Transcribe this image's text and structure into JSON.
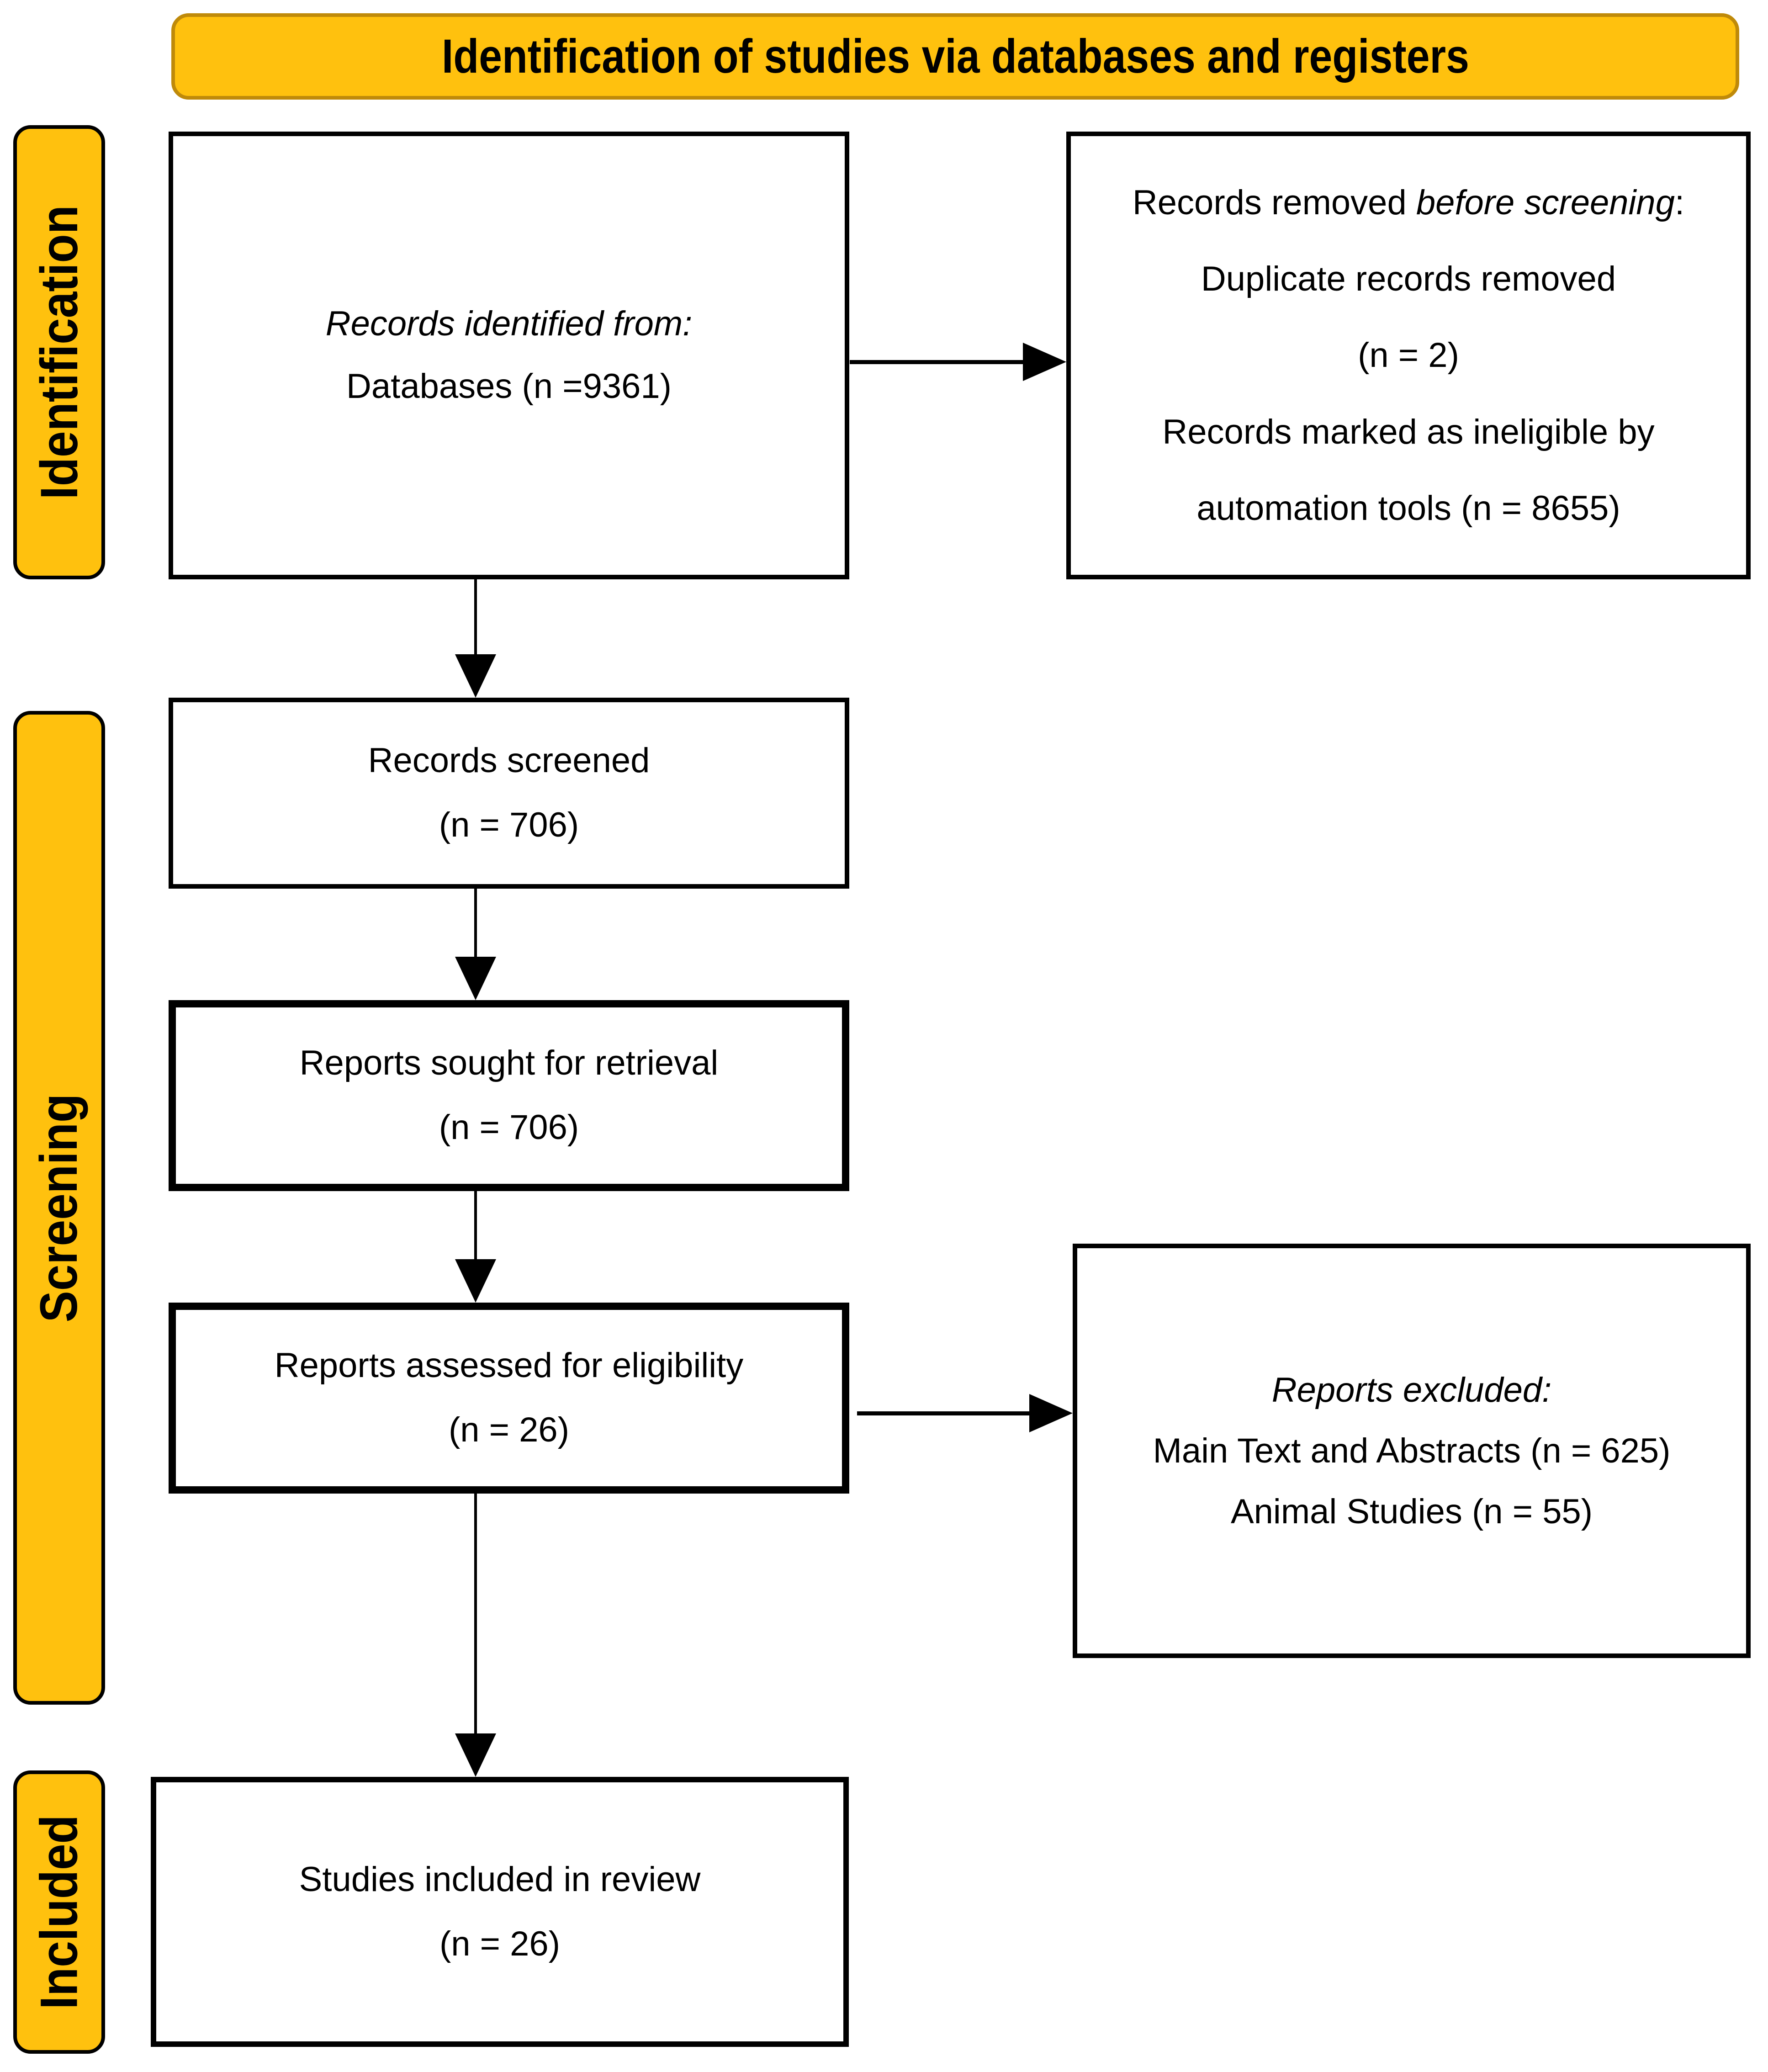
{
  "banner": {
    "label": "Identification of studies via databases and registers"
  },
  "sidebar": {
    "identification": "Identification",
    "screening": "Screening",
    "included": "Included"
  },
  "boxes": {
    "identified": {
      "line1": "Records identified from:",
      "line2": "Databases (n =9361)"
    },
    "removed": {
      "line1_prefix": "Records removed ",
      "line1_italic": "before screening",
      "line1_suffix": ":",
      "line2": "Duplicate records removed",
      "line3": "(n = 2)",
      "line4": "Records marked as ineligible by",
      "line5": "automation tools (n = 8655)"
    },
    "screened": {
      "line1": "Records screened",
      "line2": "(n = 706)"
    },
    "sought": {
      "line1": "Reports sought for retrieval",
      "line2": "(n = 706)"
    },
    "assessed": {
      "line1": "Reports assessed for eligibility",
      "line2": "(n = 26)"
    },
    "excluded": {
      "line1": "Reports excluded:",
      "line2": "Main Text and Abstracts (n = 625)",
      "line3": "Animal Studies (n = 55)"
    },
    "included": {
      "line1": "Studies included in review",
      "line2": "(n = 26)"
    }
  },
  "colors": {
    "accent_yellow": "#FFC10E",
    "banner_border": "#BF8A0A",
    "box_border": "#000000",
    "background": "#FFFFFF"
  }
}
